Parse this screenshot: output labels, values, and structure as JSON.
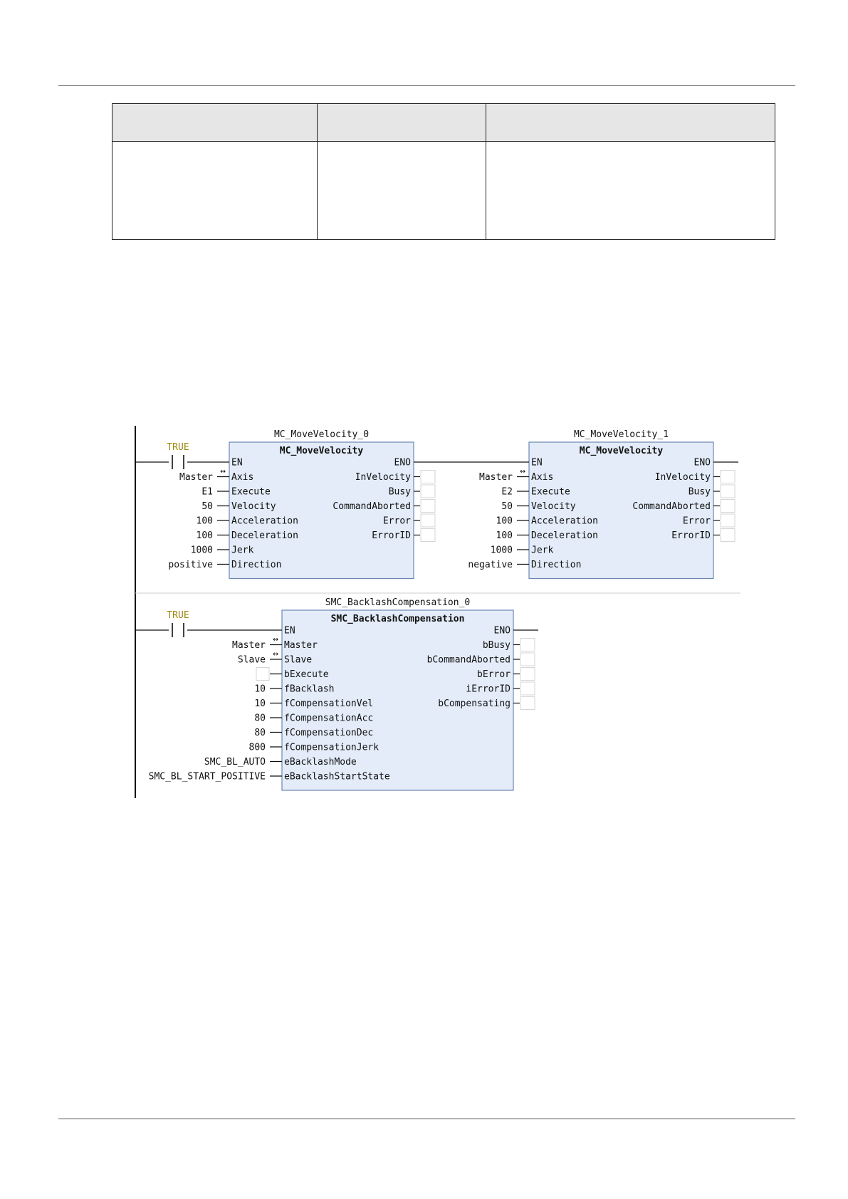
{
  "table": {
    "columns": [
      "",
      "",
      ""
    ],
    "rows": [
      [
        "",
        "",
        ""
      ]
    ]
  },
  "contact_label": "TRUE",
  "networks": [
    {
      "blocks": [
        {
          "instance": "MC_MoveVelocity_0",
          "type": "MC_MoveVelocity",
          "inputs": [
            {
              "pin": "EN",
              "value": "",
              "ref": false
            },
            {
              "pin": "Axis",
              "value": "Master",
              "ref": true
            },
            {
              "pin": "Execute",
              "value": "E1",
              "ref": false
            },
            {
              "pin": "Velocity",
              "value": "50",
              "ref": false
            },
            {
              "pin": "Acceleration",
              "value": "100",
              "ref": false
            },
            {
              "pin": "Deceleration",
              "value": "100",
              "ref": false
            },
            {
              "pin": "Jerk",
              "value": "1000",
              "ref": false
            },
            {
              "pin": "Direction",
              "value": "positive",
              "ref": false
            }
          ],
          "outputs": [
            "ENO",
            "InVelocity",
            "Busy",
            "CommandAborted",
            "Error",
            "ErrorID"
          ]
        },
        {
          "instance": "MC_MoveVelocity_1",
          "type": "MC_MoveVelocity",
          "inputs": [
            {
              "pin": "EN",
              "value": "",
              "ref": false
            },
            {
              "pin": "Axis",
              "value": "Master",
              "ref": true
            },
            {
              "pin": "Execute",
              "value": "E2",
              "ref": false
            },
            {
              "pin": "Velocity",
              "value": "50",
              "ref": false
            },
            {
              "pin": "Acceleration",
              "value": "100",
              "ref": false
            },
            {
              "pin": "Deceleration",
              "value": "100",
              "ref": false
            },
            {
              "pin": "Jerk",
              "value": "1000",
              "ref": false
            },
            {
              "pin": "Direction",
              "value": "negative",
              "ref": false
            }
          ],
          "outputs": [
            "ENO",
            "InVelocity",
            "Busy",
            "CommandAborted",
            "Error",
            "ErrorID"
          ]
        }
      ]
    },
    {
      "blocks": [
        {
          "instance": "SMC_BacklashCompensation_0",
          "type": "SMC_BacklashCompensation",
          "inputs": [
            {
              "pin": "EN",
              "value": "",
              "ref": false
            },
            {
              "pin": "Master",
              "value": "Master",
              "ref": true
            },
            {
              "pin": "Slave",
              "value": "Slave",
              "ref": true
            },
            {
              "pin": "bExecute",
              "value": "",
              "ref": false
            },
            {
              "pin": "fBacklash",
              "value": "10",
              "ref": false
            },
            {
              "pin": "fCompensationVel",
              "value": "10",
              "ref": false
            },
            {
              "pin": "fCompensationAcc",
              "value": "80",
              "ref": false
            },
            {
              "pin": "fCompensationDec",
              "value": "80",
              "ref": false
            },
            {
              "pin": "fCompensationJerk",
              "value": "800",
              "ref": false
            },
            {
              "pin": "eBacklashMode",
              "value": "SMC_BL_AUTO",
              "ref": false
            },
            {
              "pin": "eBacklashStartState",
              "value": "SMC_BL_START_POSITIVE",
              "ref": false
            }
          ],
          "outputs": [
            "ENO",
            "bBusy",
            "bCommandAborted",
            "bError",
            "iErrorID",
            "bCompensating"
          ]
        }
      ]
    }
  ],
  "colors": {
    "block_fill": "#e3ecf8",
    "block_border": "#6d87b3",
    "wire": "#111111",
    "contact_text": "#9a8a10"
  }
}
